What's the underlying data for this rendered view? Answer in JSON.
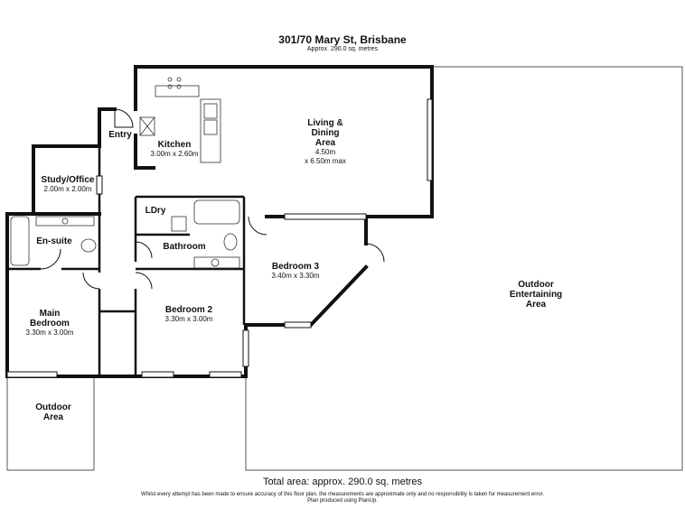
{
  "header": {
    "title": "301/70 Mary St, Brisbane",
    "subtitle": "Approx. 290.0 sq. metres"
  },
  "rooms": {
    "kitchen": {
      "name": "Kitchen",
      "dims": "3.00m x 2.60m"
    },
    "entry": {
      "name": "Entry"
    },
    "living": {
      "name_lines": [
        "Living &",
        "Dining",
        "Area"
      ],
      "dims_lines": [
        "4.50m",
        "x 6.50m max"
      ]
    },
    "study": {
      "name": "Study/Office",
      "dims": "2.00m x 2.00m"
    },
    "ldry": {
      "name": "LDry"
    },
    "ensuite": {
      "name": "En-suite"
    },
    "bathroom": {
      "name": "Bathroom"
    },
    "bedroom3": {
      "name": "Bedroom 3",
      "dims": "3.40m x 3.30m"
    },
    "main_bedroom": {
      "name_lines": [
        "Main",
        "Bedroom"
      ],
      "dims": "3.30m x 3.00m"
    },
    "bedroom2": {
      "name": "Bedroom 2",
      "dims": "3.30m x 3.00m"
    },
    "outdoor_area": {
      "name_lines": [
        "Outdoor",
        "Area"
      ]
    },
    "outdoor_entertaining": {
      "name_lines": [
        "Outdoor",
        "Entertaining",
        "Area"
      ]
    }
  },
  "footer": {
    "total": "Total area: approx. 290.0 sq. metres",
    "disclaimer": "Whilst every attempt has been made to ensure accuracy of this floor plan, the measurements are approximate only and no responsibility is taken for measurement error.",
    "credit": "Plan produced using PlanUp."
  }
}
